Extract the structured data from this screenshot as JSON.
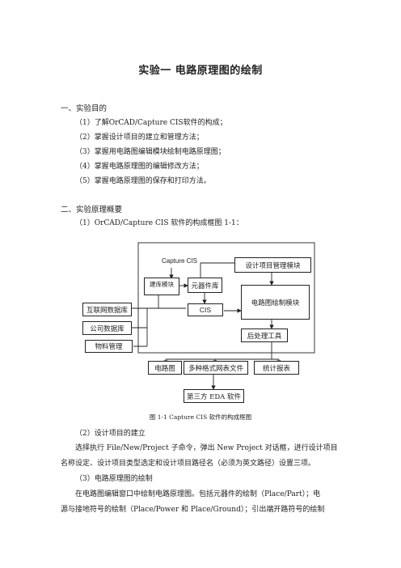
{
  "title": "实验一    电路原理图的绘制",
  "section1": {
    "heading": "一、实验目的",
    "items": [
      "（1）了解OrCAD/Capture CIS软件的构成；",
      "（2）掌握设计项目的建立和管理方法；",
      "（3）掌握用电路图编辑模块绘制电路原理图；",
      "（4）掌握电路原理图的编辑修改方法；",
      "（5）掌握电路原理图的保存和打印方法。"
    ]
  },
  "section2": {
    "heading": "二、实验原理概要",
    "intro": "（1）OrCAD/Capture CIS 软件的构成框图 1-1："
  },
  "diagram": {
    "capture_cis": "Capture CIS",
    "project_mgmt": "设计项目管理模块",
    "lib_build": "建库模块",
    "component_lib": "元器件库",
    "cis": "CIS",
    "schematic_editor": "电路图绘制模块",
    "internet_db": "互联网数据库",
    "company_db": "公司数据库",
    "material_mgmt": "物料管理",
    "post_tools": "后处理工具",
    "schematic": "电路图",
    "netlist": "多种格式网表文件",
    "report": "统计报表",
    "third_party": "第三方 EDA 软件",
    "caption": "图 1-1 Capture CIS 软件的构成框图"
  },
  "para2": {
    "heading": "（2）设计项目的建立",
    "line1": "选择执行 File/New/Project 子命令，弹出 New Project 对话框，进行设计项目",
    "line2": "名称设定、设计项目类型选定和设计项目路径名（必须为英文路径）设置三项。"
  },
  "para3": {
    "heading": "（3）电路原理图的绘制",
    "line1": "在电路图编辑窗口中绘制电路原理图。包括元器件的绘制（Place/Part）；电",
    "line2": "源与接地符号的绘制（Place/Power 和 Place/Ground）；引出端开路符号的绘制"
  }
}
